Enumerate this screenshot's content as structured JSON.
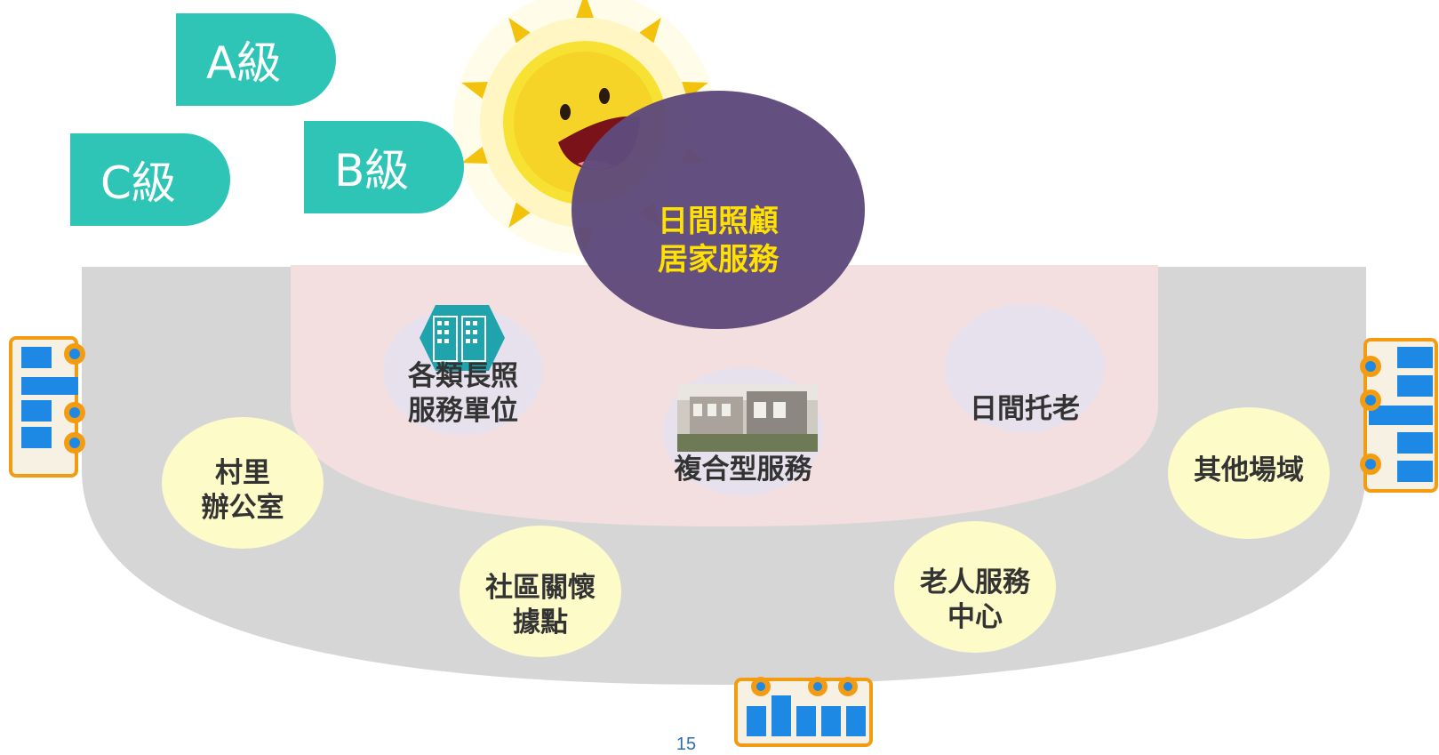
{
  "grades": {
    "a": "A級",
    "b": "B級",
    "c": "C級"
  },
  "center": {
    "line1": "日間照顧",
    "line2": "居家服務"
  },
  "inner_nodes": {
    "longterm_line1": "各類長照",
    "longterm_line2": "服務單位",
    "composite": "複合型服務",
    "daycare": "日間托老"
  },
  "outer_nodes": {
    "village_line1": "村里",
    "village_line2": "辦公室",
    "community_line1": "社區關懷",
    "community_line2": "據點",
    "elderly_line1": "老人服務",
    "elderly_line2": "中心",
    "other": "其他場域"
  },
  "page_number": "15",
  "colors": {
    "teal": "#2ec4b6",
    "purple": "#5f4a7c",
    "yellow_text": "#ffe100",
    "grey_band": "#d6d6d6",
    "pink_zone": "#f3dfe0",
    "yellow_circle": "#fdfbc8",
    "lavender_circle": "#e7e1ee"
  }
}
